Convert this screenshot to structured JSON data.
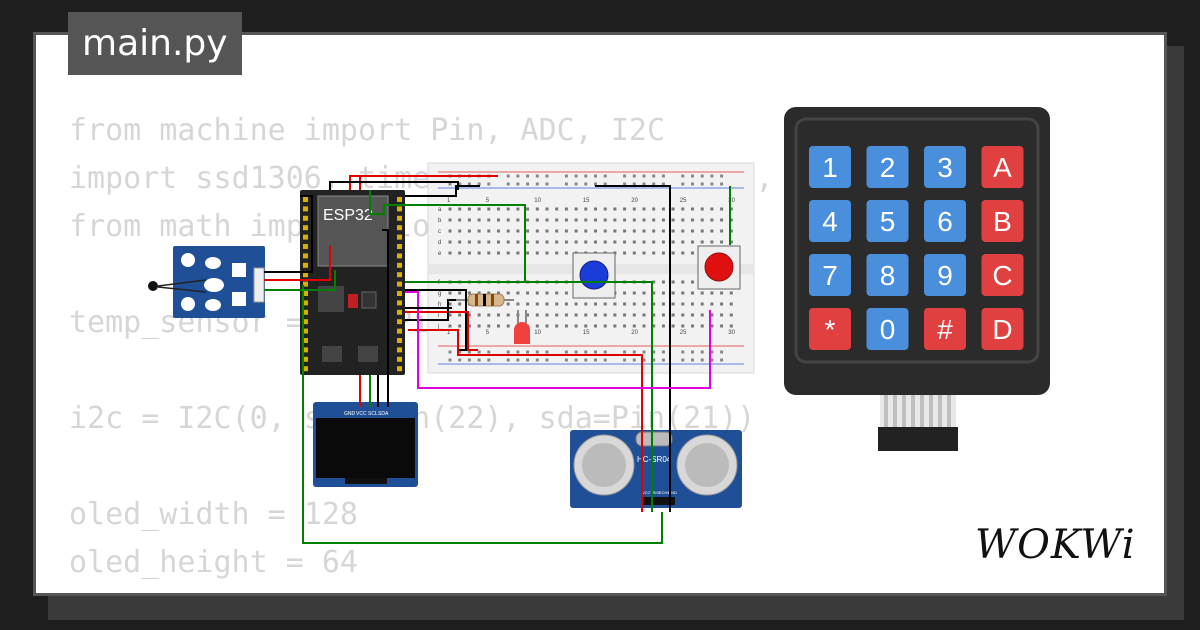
{
  "file_tab": {
    "label": "main.py"
  },
  "code_lines": [
    "from machine import Pin, ADC, I2C",
    "import ssd1306, time, dht, sdc01, math, hotspot",
    "from math import floor",
    "",
    "temp_sensor = ADC(Pin(27))",
    "",
    "i2c = I2C(0, scl=Pin(22), sda=Pin(21))",
    "",
    "oled_width = 128",
    "oled_height = 64"
  ],
  "esp32": {
    "label": "ESP32"
  },
  "oled": {
    "pin_labels": [
      "GND",
      "VCC",
      "SCL",
      "SDA"
    ]
  },
  "ultrasonic": {
    "label": "HC-SR04",
    "pin_labels": [
      "VCC",
      "TRIG",
      "ECHO",
      "GND"
    ]
  },
  "breadboard": {
    "column_labels": [
      "1",
      "5",
      "10",
      "15",
      "20",
      "25",
      "30"
    ],
    "row_labels_top": [
      "a",
      "b",
      "c",
      "d",
      "e"
    ],
    "row_labels_bottom": [
      "f",
      "g",
      "h",
      "i",
      "j"
    ]
  },
  "keypad": {
    "keys": [
      "1",
      "2",
      "3",
      "A",
      "4",
      "5",
      "6",
      "B",
      "7",
      "8",
      "9",
      "C",
      "*",
      "0",
      "#",
      "D"
    ]
  },
  "brand": {
    "logo_text": "WOKWi"
  },
  "colors": {
    "wire_red": "#e00000",
    "wire_black": "#000000",
    "wire_green": "#008000",
    "wire_magenta": "#e000e0",
    "keypad_blue": "#4a8fdc",
    "keypad_red": "#e04040",
    "pcb_blue": "#1f4f96",
    "button_blue": "#1a3cd8",
    "button_red": "#e01010"
  }
}
